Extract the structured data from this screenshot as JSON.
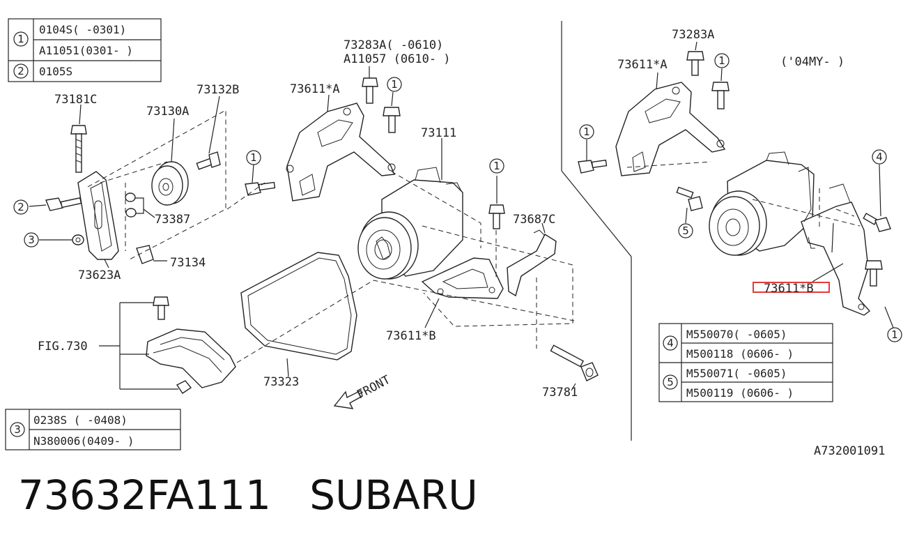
{
  "table1": {
    "rows": [
      {
        "num": "1",
        "entries": [
          "0104S( -0301)",
          "A11051(0301- )"
        ]
      },
      {
        "num": "2",
        "entries": [
          "0105S"
        ]
      }
    ]
  },
  "table3": {
    "rows": [
      {
        "num": "3",
        "entries": [
          "0238S ( -0408)",
          "N380006(0409- )"
        ]
      }
    ]
  },
  "table45": {
    "rows": [
      {
        "num": "4",
        "entries": [
          "M550070( -0605)",
          "M500118 (0606- )"
        ]
      },
      {
        "num": "5",
        "entries": [
          "M550071( -0605)",
          "M500119 (0606- )"
        ]
      }
    ]
  },
  "labels": {
    "p73181C": "73181C",
    "p73130A": "73130A",
    "p73132B": "73132B",
    "p73387": "73387",
    "p73623A": "73623A",
    "p73134": "73134",
    "p73611A_left": "73611*A",
    "p73283A_left": "73283A( -0610)",
    "pA11057": "A11057 (0610- )",
    "p73111": "73111",
    "p73687C": "73687C",
    "p73611B_left": "73611*B",
    "p73323": "73323",
    "p73781": "73781",
    "fig730": "FIG.730",
    "front": "FRONT",
    "p73283A_right": "73283A",
    "p73611A_right": "73611*A",
    "my04": "('04MY- )",
    "p73611B_right": "73611*B",
    "diagram_id": "A732001091"
  },
  "callouts": {
    "one": "1",
    "two": "2",
    "three": "3",
    "four": "4",
    "five": "5"
  },
  "footer": {
    "part_number": "73632FA111",
    "brand": "SUBARU"
  },
  "colors": {
    "highlight": "#e23a3a",
    "line": "#222222",
    "background": "#ffffff"
  }
}
